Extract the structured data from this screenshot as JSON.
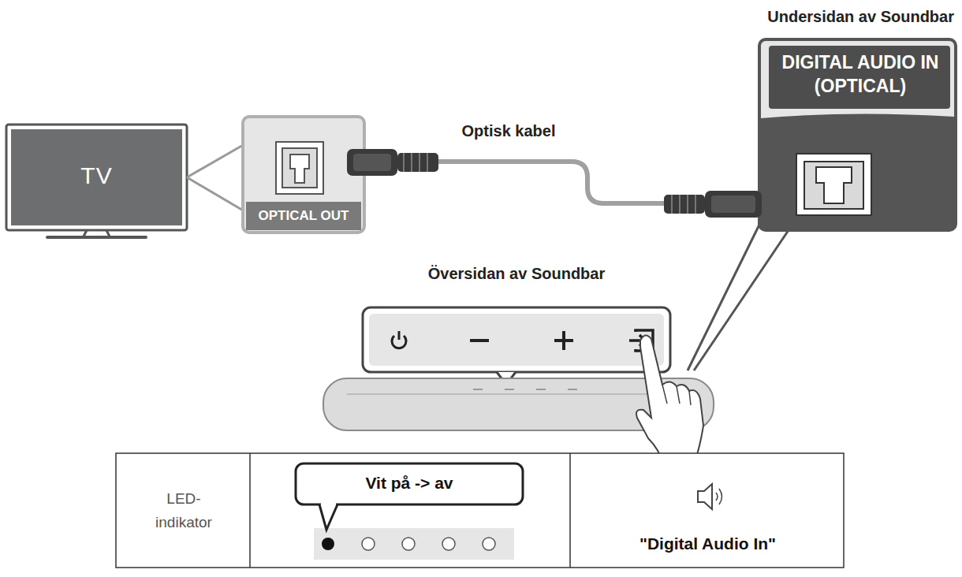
{
  "diagram": {
    "nodes": [
      {
        "text": [
          "TV"
        ]
      },
      {
        "text": [
          "OPTICAL OUT"
        ]
      },
      {
        "text": [
          "Undersidan av Soundbar",
          "DIGITAL AUDIO IN (OPTICAL)"
        ]
      },
      {
        "text": [
          "Vit på -> av"
        ]
      }
    ],
    "edges": [
      {
        "from": 1,
        "to": 2,
        "arrow": "none",
        "label": "Optisk kabel"
      }
    ],
    "labels": [
      "Översidan av Soundbar",
      "LED- indikator",
      "\"Digital Audio In\""
    ]
  }
}
